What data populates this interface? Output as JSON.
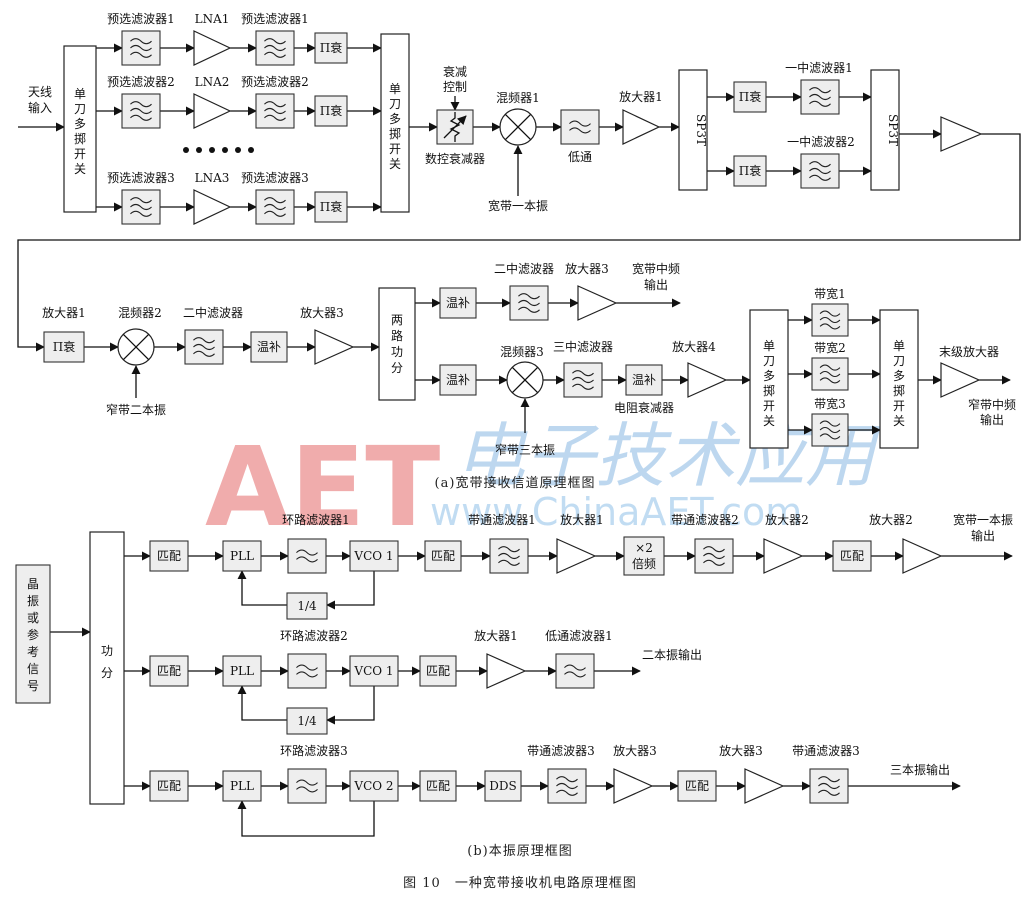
{
  "top": {
    "antenna_in": [
      "天线",
      "输入"
    ],
    "sw_in": [
      "单",
      "刀",
      "多",
      "掷",
      "开",
      "关"
    ],
    "presel1a": "预选滤波器1",
    "lna1": "LNA1",
    "presel1b": "预选滤波器1",
    "presel2a": "预选滤波器2",
    "lna2": "LNA2",
    "presel2b": "预选滤波器2",
    "presel3a": "预选滤波器3",
    "lna3": "LNA3",
    "presel3b": "预选滤波器3",
    "pi": "Π衰",
    "sw_out": [
      "单",
      "刀",
      "多",
      "掷",
      "开",
      "关"
    ],
    "atten_ctrl": [
      "衰减",
      "控制"
    ],
    "dig_atten": "数控衰减器",
    "mixer1": "混频器1",
    "lo1": "宽带一本振",
    "lowpass": "低通",
    "amp1": "放大器1",
    "sp3t": "SP3T",
    "if1a": "一中滤波器1",
    "if1b": "一中滤波器2"
  },
  "mid": {
    "amp1": "放大器1",
    "pi": "Π衰",
    "mixer2": "混频器2",
    "lo2": "窄带二本振",
    "if2": "二中滤波器",
    "temp": "温补",
    "amp3": "放大器3",
    "splitter": [
      "两",
      "路",
      "功",
      "分"
    ],
    "if2b": "二中滤波器",
    "amp3b": "放大器3",
    "wide_out": [
      "宽带中频",
      "输出"
    ],
    "mixer3": "混频器3",
    "if3": "三中滤波器",
    "amp4": "放大器4",
    "lo3": "窄带三本振",
    "res_atten": "电阻衰减器",
    "sw_a": [
      "单",
      "刀",
      "多",
      "掷",
      "开",
      "关"
    ],
    "bw1": "带宽1",
    "bw2": "带宽2",
    "bw3": "带宽3",
    "sw_b": [
      "单",
      "刀",
      "多",
      "掷",
      "开",
      "关"
    ],
    "final_amp": "末级放大器",
    "narrow_out": [
      "窄带中频",
      "输出"
    ],
    "caption_a": "(a)宽带接收信道原理框图"
  },
  "lo": {
    "ref": [
      "晶",
      "振",
      "或",
      "参",
      "考",
      "信",
      "号"
    ],
    "splitter": [
      "功",
      "分"
    ],
    "match": "匹配",
    "pll": "PLL",
    "div": "1/4",
    "loop1": "环路滤波器1",
    "vco1": "VCO 1",
    "bpf1": "带通滤波器1",
    "amp1": "放大器1",
    "mult": [
      "×2",
      "倍频"
    ],
    "bpf2": "带通滤波器2",
    "amp2": "放大器2",
    "amp2b": "放大器2",
    "out1": [
      "宽带一本振",
      "输出"
    ],
    "loop2": "环路滤波器2",
    "vco1b": "VCO 1",
    "amp1b": "放大器1",
    "lpf1": "低通滤波器1",
    "out2": "二本振输出",
    "loop3": "环路滤波器3",
    "vco2": "VCO 2",
    "dds": "DDS",
    "bpf3": "带通滤波器3",
    "amp3": "放大器3",
    "amp3b": "放大器3",
    "bpf3b": "带通滤波器3",
    "out3": "三本振输出",
    "caption_b": "(b)本振原理框图"
  },
  "figure_caption": "图 10　一种宽带接收机电路原理框图",
  "watermark": {
    "left": "AET",
    "center": "www.ChinaAET.com",
    "right": "电子技术应用"
  }
}
